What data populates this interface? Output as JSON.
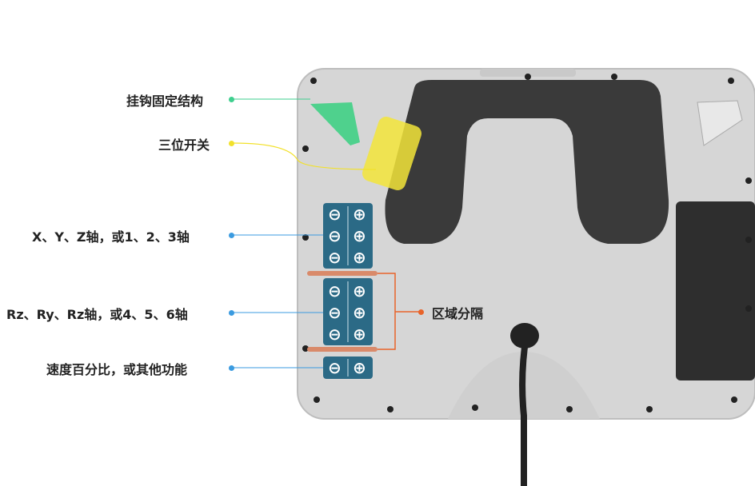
{
  "labels": {
    "hook": "挂钩固定结构",
    "switch": "三位开关",
    "xyz": "X、Y、Z轴，或1、2、3轴",
    "rxyz": "Rz、Ry、Rz轴，或4、5、6轴",
    "speed": "速度百分比，或其他功能",
    "divider": "区域分隔"
  },
  "colors": {
    "hook": "#3ecf8e",
    "switch": "#f2e12b",
    "axis": "#3b9be0",
    "divider": "#e8642a",
    "panel": "#2b6a86",
    "body": "#d7d7d7",
    "handle": "#3a3a3a"
  },
  "buttons": {
    "minus": "⊖",
    "plus": "⊕"
  }
}
